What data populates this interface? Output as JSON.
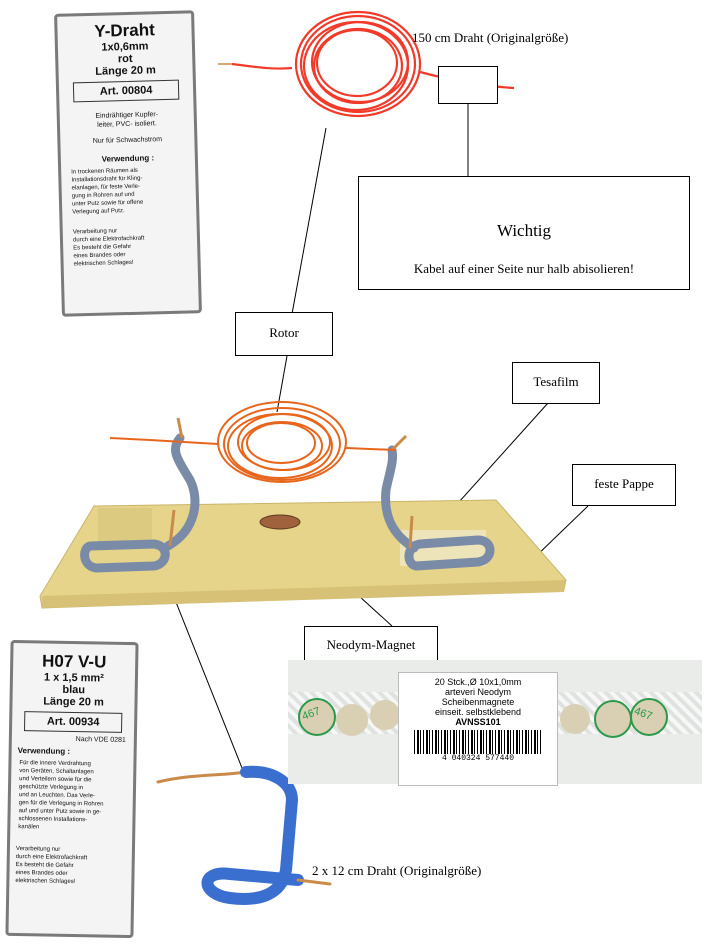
{
  "tag_top": {
    "title": "Y-Draht",
    "spec": "1x0,6mm",
    "color": "rot",
    "length": "Länge  20 m",
    "art": "Art.  00804",
    "desc1": "Eindrähtiger Kupfer-",
    "desc2": "leiter, PVC- isoliert.",
    "note": "Nur für Schwachstrom",
    "use_head": "Verwendung :",
    "use1": "In trockenen Räumen als",
    "use2": "Installationsdraht für Kling-",
    "use3": "elanlagen, für feste Verle-",
    "use4": "gung in Rohren auf und",
    "use5": "unter Putz sowie für offene",
    "use6": "Verlegung auf Putz.",
    "warn1": "Verarbeitung nur",
    "warn2": "durch eine Elektrofachkraft",
    "warn3": "Es besteht die Gefahr",
    "warn4": "eines Brandes oder",
    "warn5": "elektrischen Schlages!"
  },
  "tag_bottom": {
    "title": "H07 V-U",
    "spec": "1 x 1,5 mm²",
    "color": "blau",
    "length": "Länge 20 m",
    "art": "Art.  00934",
    "norm": "Nach VDE 0281",
    "use_head": "Verwendung :",
    "use1": "Für die innere Verdrahtung",
    "use2": "von Geräten, Schaltanlagen",
    "use3": "und Verteilern sowie für die",
    "use4": "geschützte Verlegung in",
    "use5": "und an Leuchten. Das Verle-",
    "use6": "gen für die Verlegung in Rohren",
    "use7": "auf und unter Putz sowie in ge-",
    "use8": "schlossenen Installations-",
    "use9": "kanälen",
    "warn1": "Verarbeitung nur",
    "warn2": "durch eine Elektrofachkraft",
    "warn3": "Es besteht die Gefahr",
    "warn4": "eines Brandes oder",
    "warn5": "elektrischen Schlages!"
  },
  "labels": {
    "wire150": "150 cm Draht (Originalgröße)",
    "important": "Wichtig",
    "strip_note": "Kabel auf einer Seite nur halb abisolieren!",
    "rotor": "Rotor",
    "tesafilm": "Tesafilm",
    "cardboard": "feste Pappe",
    "magnet": "Neodym-Magnet",
    "wire12": "2 x 12 cm Draht (Originalgröße)"
  },
  "magnet_pack": {
    "line1": "20 Stck.,Ø 10x1,0mm",
    "line2": "arteveri Neodym",
    "line3": "Scheibenmagnete",
    "line4": "einseit. selbstklebend",
    "line5": "AVNSS101",
    "barcode": "4 040324 577440",
    "disc_text": "467"
  },
  "colors": {
    "red_wire": "#f23a2a",
    "orange_wire": "#e8661c",
    "blue_wire": "#3a6fd0",
    "gray_wire": "#7a8ba8",
    "board": "#e6d48a",
    "copper": "#c98a4a"
  }
}
